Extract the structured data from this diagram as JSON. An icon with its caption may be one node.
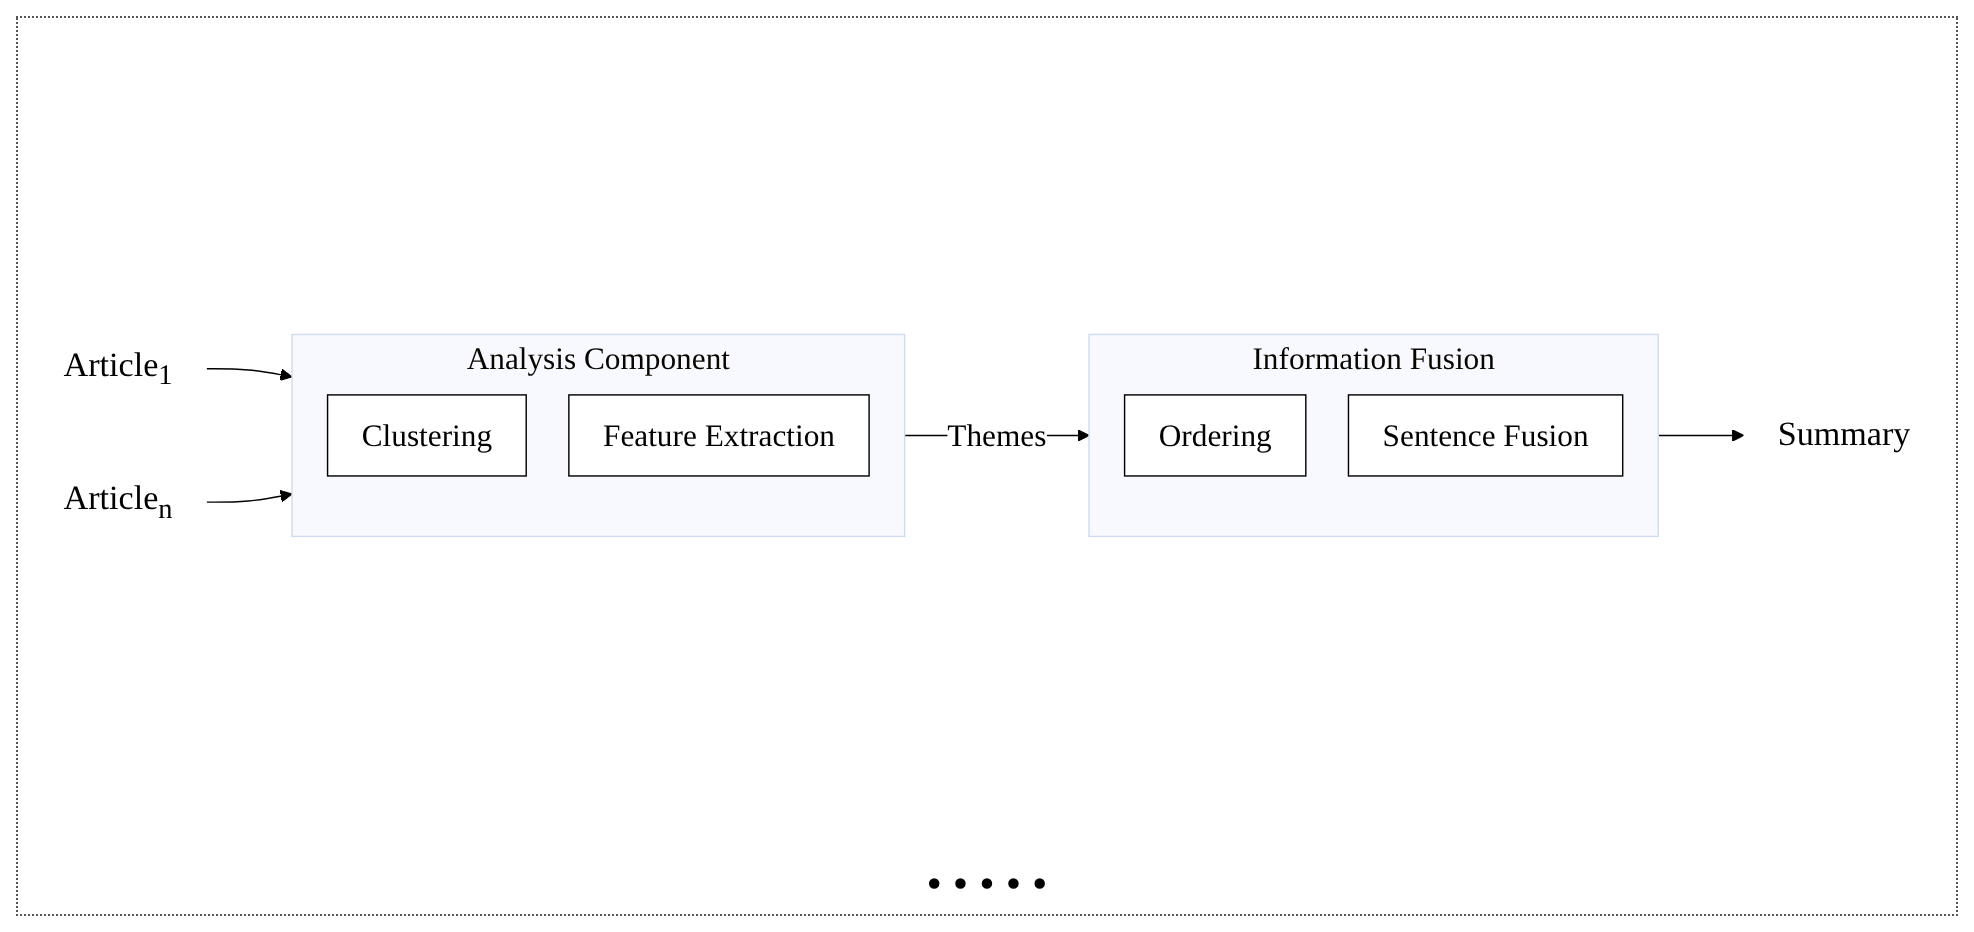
{
  "diagram": {
    "nodes": [
      {
        "text": [
          "Analysis Component"
        ]
      },
      {
        "text": [
          "Clustering"
        ],
        "in": 0
      },
      {
        "text": [
          "Feature Extraction"
        ],
        "in": 0
      },
      {
        "text": [
          "Information Fusion"
        ]
      },
      {
        "text": [
          "Ordering"
        ],
        "in": 3
      },
      {
        "text": [
          "Sentence Fusion"
        ],
        "in": 3
      },
      {
        "text": [
          "Article$_{1}$"
        ]
      },
      {
        "text": [
          "Article$_{n}$"
        ]
      },
      {
        "text": [
          "Summary"
        ]
      }
    ],
    "edges": [
      {
        "from": 6,
        "to": 0,
        "arrow": "to"
      },
      {
        "from": 7,
        "to": 0,
        "arrow": "to"
      },
      {
        "from": 0,
        "to": 3,
        "label": "Themes",
        "arrow": "to"
      },
      {
        "from": 3,
        "to": 8,
        "arrow": "to"
      }
    ],
    "labels": [
      "• • • • •"
    ]
  }
}
